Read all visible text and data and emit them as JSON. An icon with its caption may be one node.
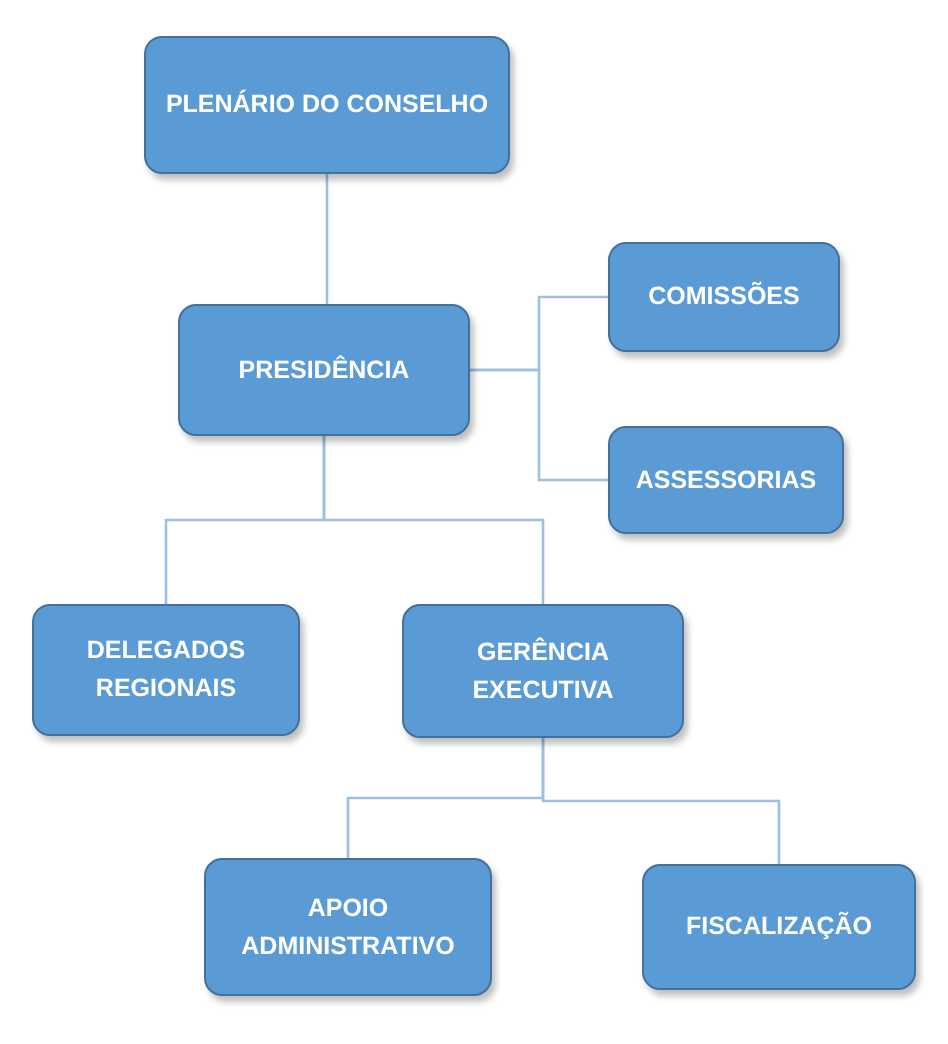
{
  "diagram": {
    "nodes": [
      {
        "text": [
          "PLENÁRIO DO CONSELHO"
        ]
      },
      {
        "text": [
          "PRESIDÊNCIA"
        ]
      },
      {
        "text": [
          "COMISSÕES"
        ]
      },
      {
        "text": [
          "ASSESSORIAS"
        ]
      },
      {
        "text": [
          "DELEGADOS REGIONAIS"
        ]
      },
      {
        "text": [
          "GERÊNCIA EXECUTIVA"
        ]
      },
      {
        "text": [
          "APOIO ADMINISTRATIVO"
        ]
      },
      {
        "text": [
          "FISCALIZAÇÃO"
        ]
      }
    ],
    "edges": [
      {
        "from": 0,
        "to": 1,
        "arrow": "none"
      },
      {
        "from": 1,
        "to": 2,
        "arrow": "none"
      },
      {
        "from": 1,
        "to": 3,
        "arrow": "none"
      },
      {
        "from": 1,
        "to": 4,
        "arrow": "none"
      },
      {
        "from": 1,
        "to": 5,
        "arrow": "none"
      },
      {
        "from": 5,
        "to": 6,
        "arrow": "none"
      },
      {
        "from": 5,
        "to": 7,
        "arrow": "none"
      }
    ]
  }
}
